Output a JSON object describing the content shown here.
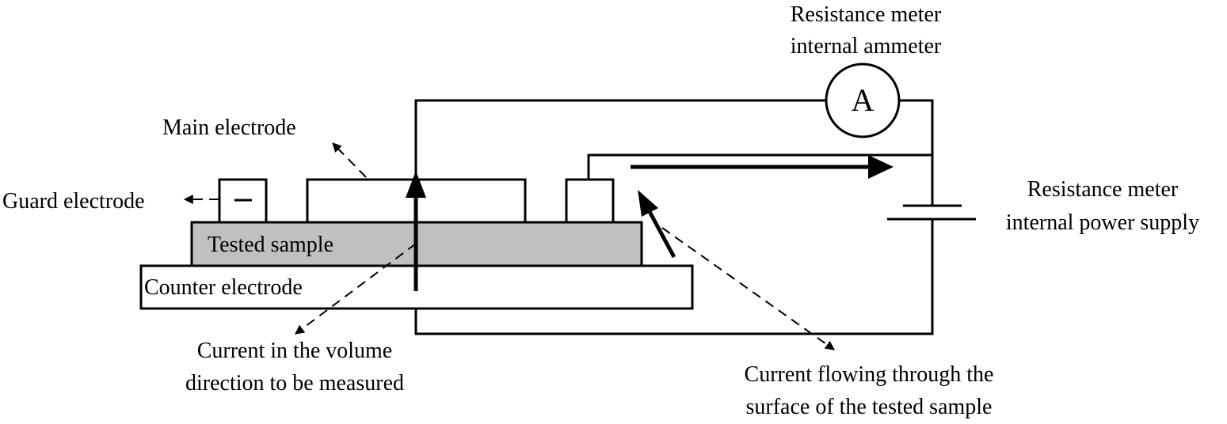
{
  "labels": {
    "ammeter_title_line1": "Resistance meter",
    "ammeter_title_line2": "internal ammeter",
    "ammeter_symbol": "A",
    "main_electrode": "Main electrode",
    "guard_electrode": "Guard electrode",
    "tested_sample": "Tested sample",
    "counter_electrode": "Counter electrode",
    "power_supply_line1": "Resistance meter",
    "power_supply_line2": "internal power supply",
    "volume_current_line1": "Current in the volume",
    "volume_current_line2": "direction to be measured",
    "surface_current_line1": "Current flowing through the",
    "surface_current_line2": "surface of the tested sample"
  },
  "colors": {
    "line": "#000000",
    "sample_fill": "#c0c0c0",
    "background": "#ffffff"
  }
}
